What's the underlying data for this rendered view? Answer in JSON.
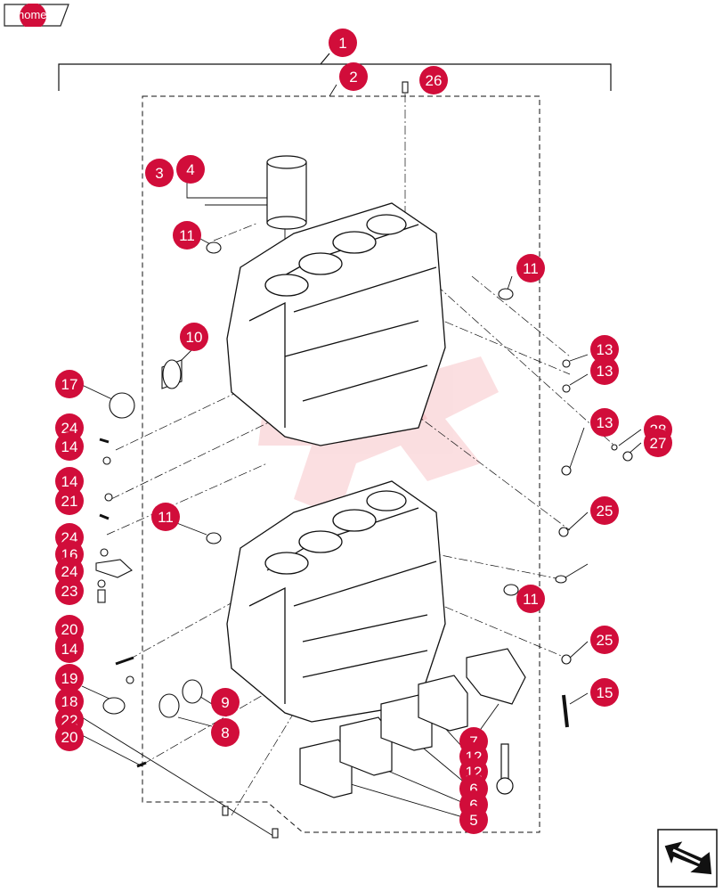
{
  "header": {
    "home_label": "home"
  },
  "diagram": {
    "accent_color": "#d10d3a",
    "line_color": "#111111",
    "watermark_color": "#f7c4c8",
    "callouts": [
      {
        "label": "1"
      },
      {
        "label": "2"
      },
      {
        "label": "26"
      },
      {
        "label": "3"
      },
      {
        "label": "4"
      },
      {
        "label": "11"
      },
      {
        "label": "11"
      },
      {
        "label": "10"
      },
      {
        "label": "17"
      },
      {
        "label": "13"
      },
      {
        "label": "13"
      },
      {
        "label": "13"
      },
      {
        "label": "28"
      },
      {
        "label": "27"
      },
      {
        "label": "24"
      },
      {
        "label": "14"
      },
      {
        "label": "14"
      },
      {
        "label": "21"
      },
      {
        "label": "11"
      },
      {
        "label": "25"
      },
      {
        "label": "24"
      },
      {
        "label": "16"
      },
      {
        "label": "24"
      },
      {
        "label": "23"
      },
      {
        "label": "14"
      },
      {
        "label": "11"
      },
      {
        "label": "20"
      },
      {
        "label": "14"
      },
      {
        "label": "25"
      },
      {
        "label": "19"
      },
      {
        "label": "9"
      },
      {
        "label": "15"
      },
      {
        "label": "18"
      },
      {
        "label": "22"
      },
      {
        "label": "20"
      },
      {
        "label": "8"
      },
      {
        "label": "7"
      },
      {
        "label": "12"
      },
      {
        "label": "12"
      },
      {
        "label": "6"
      },
      {
        "label": "6"
      },
      {
        "label": "5"
      }
    ]
  },
  "navigation": {
    "icon": "back-arrow-icon"
  }
}
